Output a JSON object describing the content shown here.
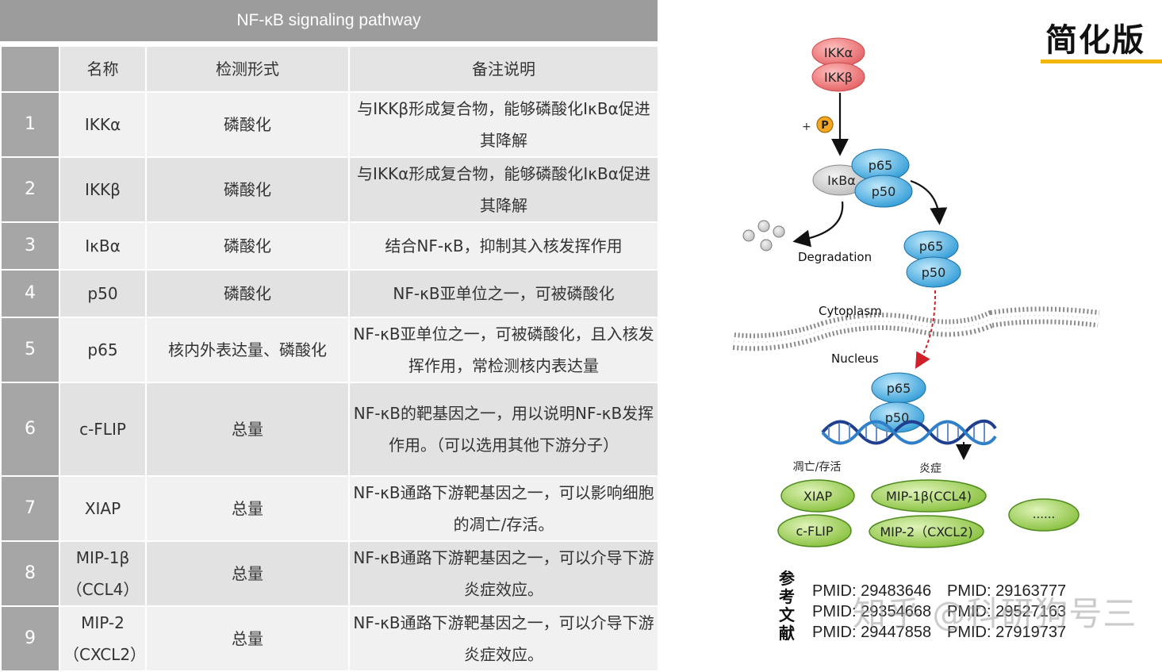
{
  "title": "NF-κB signaling pathway",
  "table": {
    "headers": [
      "",
      "名称",
      "检测形式",
      "备注说明"
    ],
    "rows": [
      {
        "no": "1",
        "name": "IKKα",
        "form": "磷酸化",
        "note": "与IKKβ形成复合物，能够磷酸化IκBα促进其降解"
      },
      {
        "no": "2",
        "name": "IKKβ",
        "form": "磷酸化",
        "note": "与IKKα形成复合物，能够磷酸化IκBα促进其降解"
      },
      {
        "no": "3",
        "name": "IκBα",
        "form": "磷酸化",
        "note": "结合NF-κB，抑制其入核发挥作用"
      },
      {
        "no": "4",
        "name": "p50",
        "form": "磷酸化",
        "note": "NF-κB亚单位之一，可被磷酸化"
      },
      {
        "no": "5",
        "name": "p65",
        "form": "核内外表达量、磷酸化",
        "note": "NF-κB亚单位之一，可被磷酸化，且入核发挥作用，常检测核内表达量"
      },
      {
        "no": "6",
        "name": "c-FLIP",
        "form": "总量",
        "note": "NF-κB的靶基因之一，用以说明NF-κB发挥作用。（可以选用其他下游分子）"
      },
      {
        "no": "7",
        "name": "XIAP",
        "form": "总量",
        "note": "NF-κB通路下游靶基因之一，可以影响细胞的凋亡/存活。"
      },
      {
        "no": "8",
        "name": "MIP-1β（CCL4）",
        "form": "总量",
        "note": "NF-κB通路下游靶基因之一，可以介导下游炎症效应。"
      },
      {
        "no": "9",
        "name": "MIP-2（CXCL2）",
        "form": "总量",
        "note": "NF-κB通路下游靶基因之一，可以介导下游炎症效应。"
      }
    ]
  },
  "diagram": {
    "heading": "简化版",
    "ikka": "IKKα",
    "ikkb": "IKKβ",
    "plus": "+",
    "phospho": "P",
    "ikba": "IκBα",
    "p65": "p65",
    "p50": "p50",
    "degradation": "Degradation",
    "cytoplasm": "Cytoplasm",
    "nucleus": "Nucleus",
    "group_apoptosis": "凋亡/存活",
    "group_inflammation": "炎症",
    "xiap": "XIAP",
    "cflip": "c-FLIP",
    "mip1b": "MIP-1β(CCL4)",
    "mip2": "MIP-2（CXCL2)",
    "more": "......",
    "colors": {
      "ikk": "#e8676a",
      "p65p50": "#3aa6df",
      "ikba": "#cfcfcf",
      "gene": "#8ec63f",
      "phospho": "#f5a623",
      "accent": "#f2b705"
    }
  },
  "references": {
    "label": "参考文献",
    "col1": [
      "PMID: 29483646",
      "PMID: 29354668",
      "PMID: 29447858"
    ],
    "col2": [
      "PMID: 29163777",
      "PMID: 29527163",
      "PMID: 27919737"
    ]
  },
  "watermark": "知乎 @科研狗号三"
}
